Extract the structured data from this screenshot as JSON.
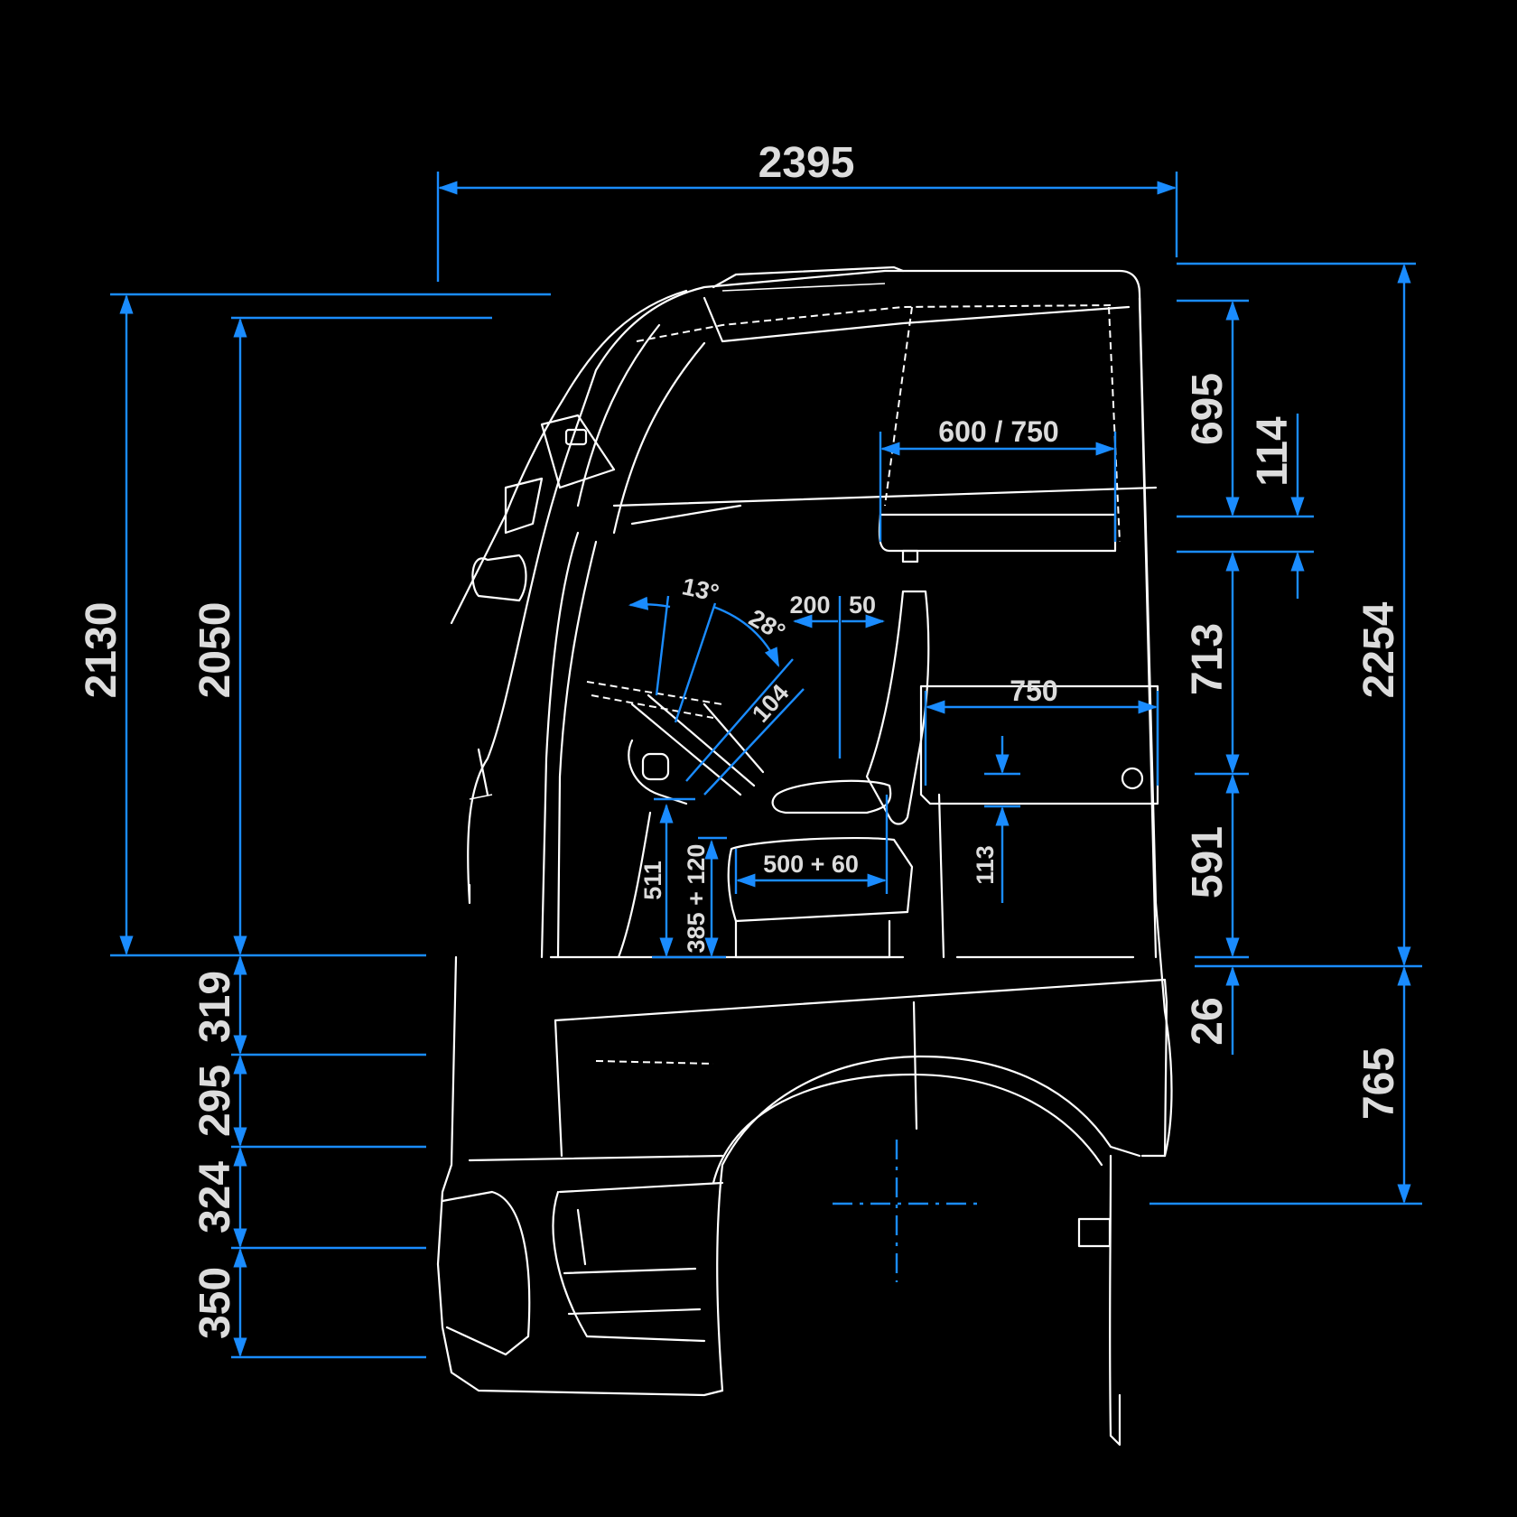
{
  "colors": {
    "background": "#000000",
    "outline": "#ffffff",
    "dimension": "#1a8cff",
    "label": "#dcdcdc"
  },
  "dimensions": {
    "overall_length": "2395",
    "height_left_outer": "2130",
    "height_left_inner": "2050",
    "ground_319": "319",
    "ground_295": "295",
    "ground_324": "324",
    "ground_350": "350",
    "right_695": "695",
    "right_114": "114",
    "right_713": "713",
    "right_591": "591",
    "right_26": "26",
    "right_2254": "2254",
    "right_765": "765",
    "bunk_upper": "600 / 750",
    "bunk_lower": "750",
    "angle_13": "13°",
    "angle_28": "28°",
    "seat_adjust_200": "200",
    "seat_adjust_50": "50",
    "wheel_104": "104",
    "seat_depth": "500 + 60",
    "pedal_511": "511",
    "seat_height": "385 + 120",
    "floor_113": "113"
  }
}
